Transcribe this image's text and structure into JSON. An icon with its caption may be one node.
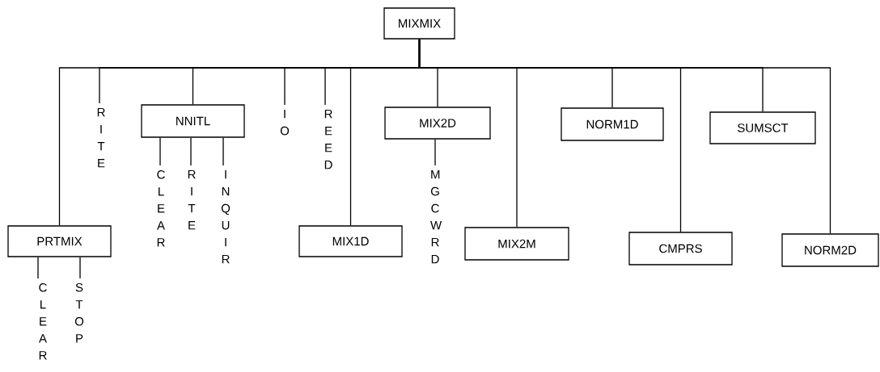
{
  "diagram": {
    "nodes": [
      {
        "text": [
          "MIXMIX"
        ]
      },
      {
        "text": [
          "PRTMIX"
        ]
      },
      {
        "text": [
          "CLEAR"
        ]
      },
      {
        "text": [
          "STOP"
        ]
      },
      {
        "text": [
          "RITE"
        ]
      },
      {
        "text": [
          "NNITL"
        ]
      },
      {
        "text": [
          "CLEAR"
        ]
      },
      {
        "text": [
          "RITE"
        ]
      },
      {
        "text": [
          "INQUIR"
        ]
      },
      {
        "text": [
          "IO"
        ]
      },
      {
        "text": [
          "REED"
        ]
      },
      {
        "text": [
          "MIX1D"
        ]
      },
      {
        "text": [
          "MIX2D"
        ]
      },
      {
        "text": [
          "MGCWRD"
        ]
      },
      {
        "text": [
          "MIX2M"
        ]
      },
      {
        "text": [
          "NORM1D"
        ]
      },
      {
        "text": [
          "CMPRS"
        ]
      },
      {
        "text": [
          "SUMSCT"
        ]
      },
      {
        "text": [
          "NORM2D"
        ]
      }
    ],
    "edges": [
      {
        "from": 0,
        "to": 1,
        "arrow": "none"
      },
      {
        "from": 1,
        "to": 2,
        "arrow": "none"
      },
      {
        "from": 1,
        "to": 3,
        "arrow": "none"
      },
      {
        "from": 0,
        "to": 4,
        "arrow": "none"
      },
      {
        "from": 0,
        "to": 5,
        "arrow": "none"
      },
      {
        "from": 5,
        "to": 6,
        "arrow": "none"
      },
      {
        "from": 5,
        "to": 7,
        "arrow": "none"
      },
      {
        "from": 5,
        "to": 8,
        "arrow": "none"
      },
      {
        "from": 0,
        "to": 9,
        "arrow": "none"
      },
      {
        "from": 0,
        "to": 10,
        "arrow": "none"
      },
      {
        "from": 0,
        "to": 11,
        "arrow": "none"
      },
      {
        "from": 0,
        "to": 12,
        "arrow": "none"
      },
      {
        "from": 12,
        "to": 13,
        "arrow": "none"
      },
      {
        "from": 0,
        "to": 14,
        "arrow": "none"
      },
      {
        "from": 0,
        "to": 15,
        "arrow": "none"
      },
      {
        "from": 0,
        "to": 16,
        "arrow": "none"
      },
      {
        "from": 0,
        "to": 17,
        "arrow": "none"
      },
      {
        "from": 0,
        "to": 18,
        "arrow": "none"
      }
    ]
  }
}
